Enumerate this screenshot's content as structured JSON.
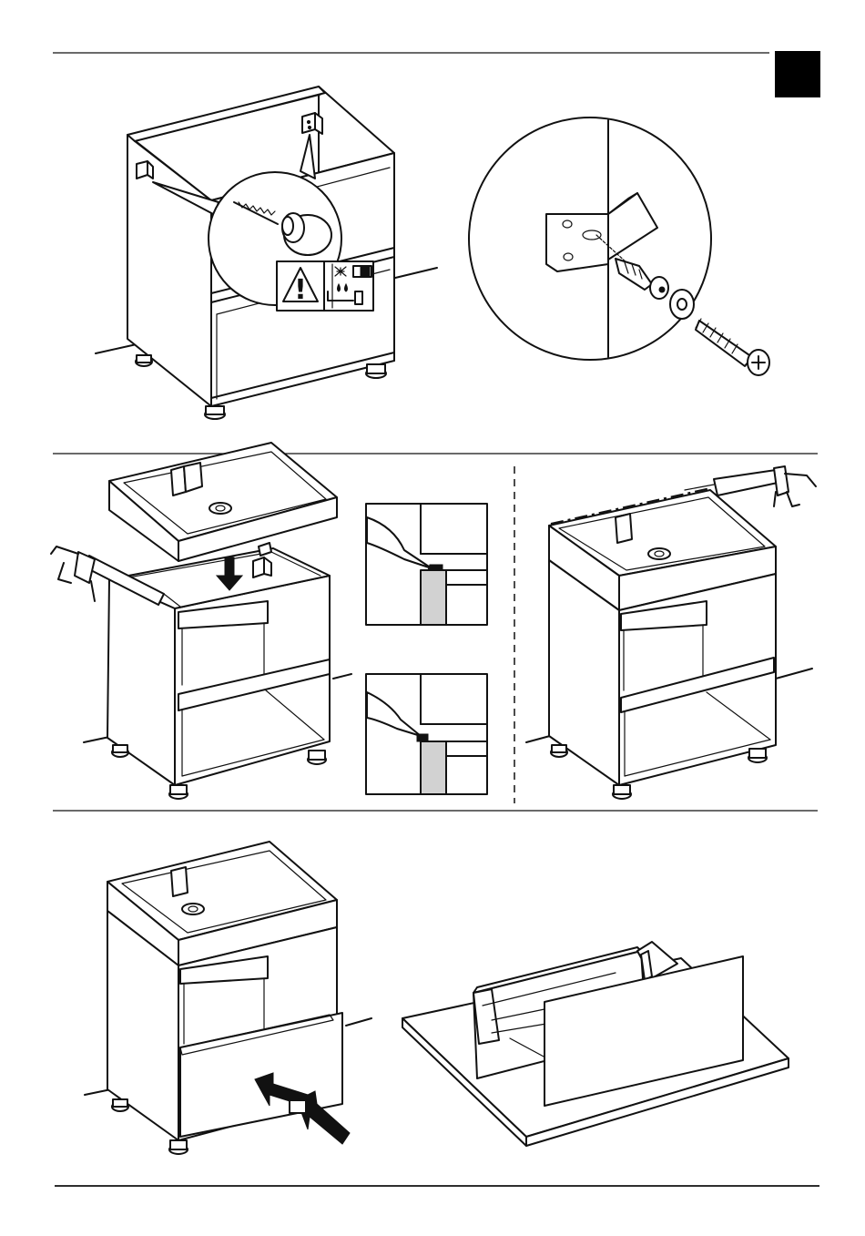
{
  "page": {
    "section_tab_color": "#000000",
    "line_color": "#111111",
    "fill_gray": "#d2d2d2"
  },
  "steps": [
    {
      "id": "step-1",
      "panels": [
        {
          "name": "cabinet-drilling-view",
          "icons": [
            "drill-icon",
            "warning-icon",
            "hidden-pipes-icon"
          ]
        },
        {
          "name": "bracket-fixing-detail",
          "icons": [
            "wall-plug-icon",
            "washer-icon",
            "screw-icon"
          ]
        }
      ]
    },
    {
      "id": "step-2",
      "panels": [
        {
          "name": "basin-placement-view",
          "icons": [
            "down-arrow-icon",
            "caulking-gun-icon"
          ]
        },
        {
          "name": "sealant-detail-a",
          "icons": [
            "sealant-nozzle-icon"
          ]
        },
        {
          "name": "sealant-detail-b",
          "icons": [
            "sealant-nozzle-icon"
          ]
        },
        {
          "name": "top-edge-sealing-view",
          "icons": [
            "caulking-gun-icon"
          ]
        }
      ]
    },
    {
      "id": "step-3",
      "panels": [
        {
          "name": "drawer-insertion-view",
          "icons": [
            "push-arrow-icon"
          ]
        },
        {
          "name": "drawer-on-surface-view",
          "icons": []
        }
      ]
    }
  ],
  "warning": {
    "symbol": "!"
  }
}
